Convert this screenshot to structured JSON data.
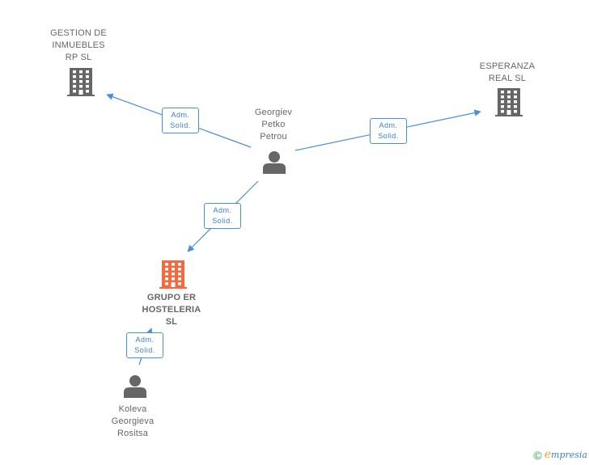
{
  "colors": {
    "edge": "#4a90d9",
    "node_gray": "#666666",
    "node_focus": "#f26a3d"
  },
  "nodes": [
    {
      "id": "gestion",
      "type": "company",
      "label": "GESTION DE\nINMUEBLES\nRP  SL",
      "icon": "building-icon"
    },
    {
      "id": "esperanza",
      "type": "company",
      "label": "ESPERANZA\nREAL  SL",
      "icon": "building-icon"
    },
    {
      "id": "georgiev",
      "type": "person",
      "label": "Georgiev\nPetko\nPetrou",
      "icon": "person-icon"
    },
    {
      "id": "grupo",
      "type": "company",
      "label": "GRUPO ER\nHOSTELERIA\nSL",
      "icon": "building-icon",
      "focus": true
    },
    {
      "id": "koleva",
      "type": "person",
      "label": "Koleva\nGeorgieva\nRositsa",
      "icon": "person-icon"
    }
  ],
  "edges": [
    {
      "from": "georgiev",
      "to": "gestion",
      "label": "Adm.\nSolid."
    },
    {
      "from": "georgiev",
      "to": "esperanza",
      "label": "Adm.\nSolid."
    },
    {
      "from": "georgiev",
      "to": "grupo",
      "label": "Adm.\nSolid."
    },
    {
      "from": "koleva",
      "to": "grupo",
      "label": "Adm.\nSolid."
    }
  ],
  "footer": {
    "copyright_symbol": "©",
    "brand_initial": "e",
    "brand_rest": "mpresia"
  }
}
